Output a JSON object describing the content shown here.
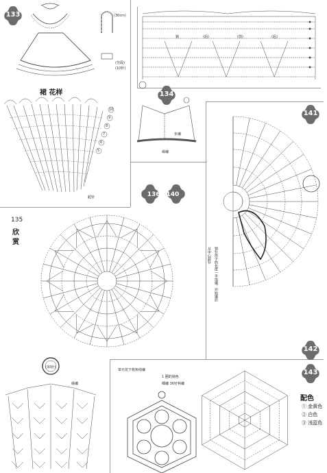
{
  "badges": {
    "p133": "133",
    "p134": "134",
    "p136_140": "136～140",
    "p141": "141",
    "p142": "142",
    "p143": "143"
  },
  "panel_133": {
    "skirt_title": "裙 花样",
    "small_labels": [
      "(30cm)",
      "(分段)",
      "起针",
      "(10针)"
    ],
    "row_markers": [
      "10",
      "9",
      "8",
      "7",
      "6",
      "5"
    ]
  },
  "panel_top_right": {
    "section_labels": [
      "锁",
      "(后)",
      "(前)",
      "(后)"
    ]
  },
  "panel_134": {
    "label_a": "长编",
    "label_b": "缘编"
  },
  "panel_135": {
    "number": "135",
    "caption_line1": "欣",
    "caption_line2": "赏"
  },
  "panel_141": {
    "vertical_note_1": "锁针辫子的长度一半加编，开始编织",
    "vertical_note_2": "从中心起针"
  },
  "panel_bottom_left": {
    "ring_label": "(30针)",
    "edge_label": "缘编"
  },
  "panel_142_143": {
    "note_1": "单元花下枚钩线编",
    "note_2": "1 圈的锁色",
    "note_3": "细编 36针钩编"
  },
  "color_legend": {
    "title": "配色",
    "items": [
      {
        "num": "①",
        "name": "金黄色"
      },
      {
        "num": "②",
        "name": "白色"
      },
      {
        "num": "③",
        "name": "浅蓝色"
      }
    ]
  },
  "colors": {
    "badge": "#6b6b6b",
    "ink": "#333333",
    "border": "#999999"
  }
}
